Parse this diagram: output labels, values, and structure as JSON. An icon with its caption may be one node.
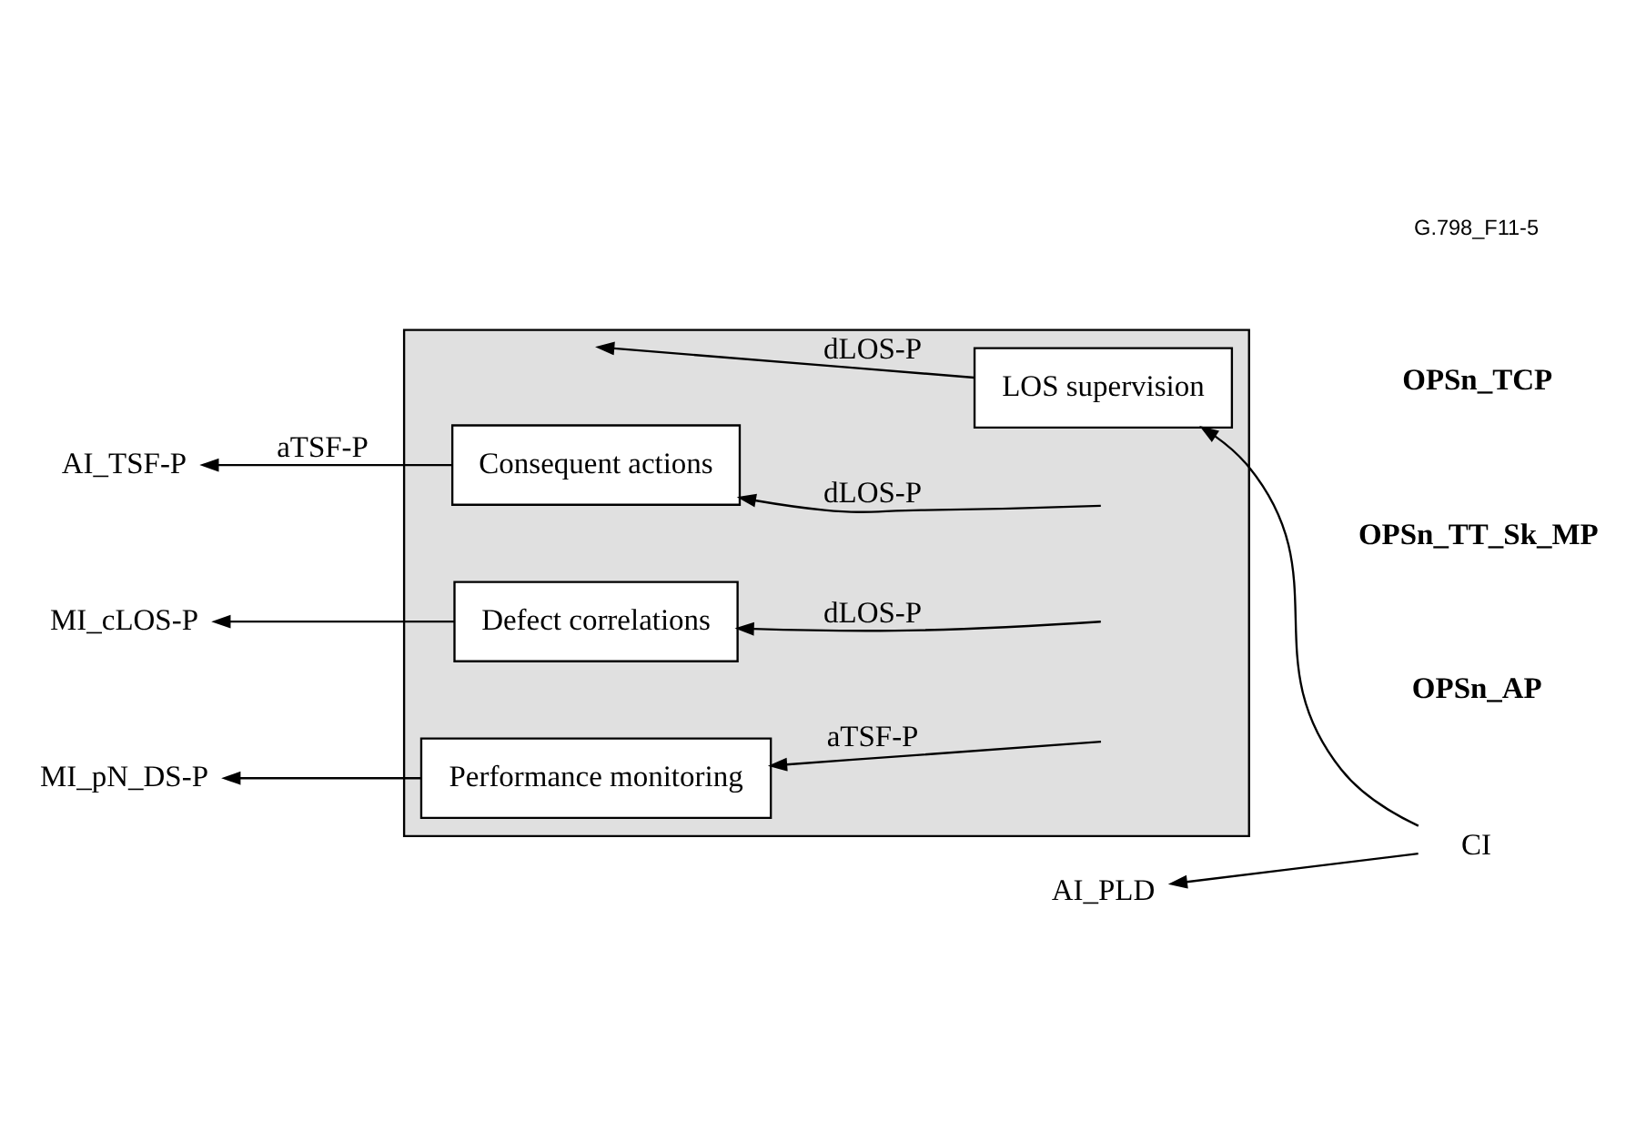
{
  "diagram": {
    "nodes": [
      {
        "text": [],
        "shape": "box"
      },
      {
        "text": [
          "AI_TSF-P"
        ]
      },
      {
        "text": [
          "AI_PLD"
        ]
      },
      {
        "text": [
          "Consequent actions"
        ],
        "in": 0
      },
      {
        "text": [
          "MI_cLOS-P"
        ]
      },
      {
        "text": [
          "Defect correlations"
        ],
        "in": 0
      },
      {
        "text": [
          "LOS supervision"
        ],
        "in": 0
      },
      {
        "text": [
          "MI_pN_DS-P"
        ]
      },
      {
        "text": [
          "Performance monitoring"
        ],
        "in": 0
      },
      {
        "text": [
          "CI"
        ]
      }
    ],
    "edges": [
      {
        "from": 3,
        "to": 1,
        "arrow": "to",
        "label": "aTSF-P"
      },
      {
        "from": 9,
        "to": 2,
        "arrow": "to"
      },
      {
        "from": 9,
        "to": 6,
        "arrow": "to"
      },
      {
        "from": null,
        "to": 3,
        "arrow": "to",
        "label": "dLOS-P"
      },
      {
        "from": 5,
        "to": 4,
        "arrow": "to"
      },
      {
        "from": null,
        "to": 5,
        "arrow": "to",
        "label": "dLOS-P"
      },
      {
        "from": 6,
        "to": null,
        "arrow": "to",
        "label": "dLOS-P"
      },
      {
        "from": 8,
        "to": 7,
        "arrow": "to"
      },
      {
        "from": null,
        "to": 8,
        "arrow": "to",
        "label": "aTSF-P"
      }
    ],
    "labels": [
      "OPSn_AP",
      "OPSn_TT_Sk_MP",
      "OPSn_TCP",
      "G.798_F11-5"
    ]
  }
}
